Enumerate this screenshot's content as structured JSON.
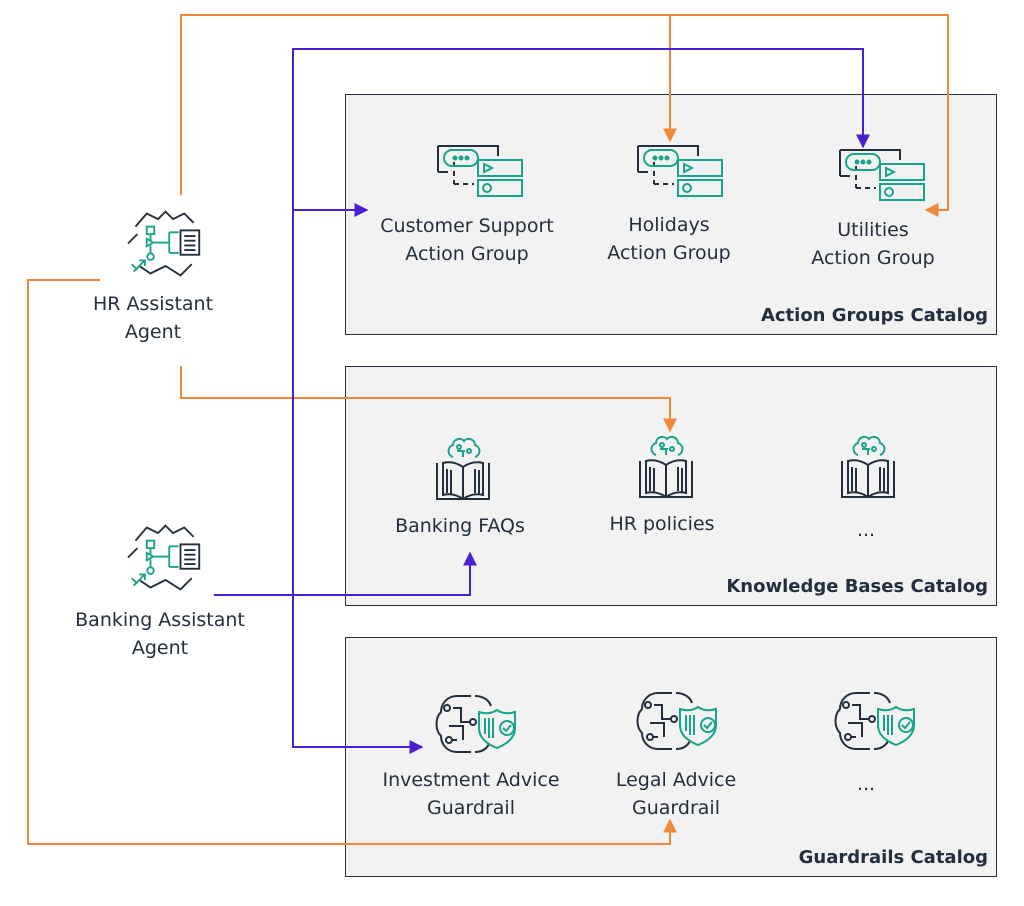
{
  "agents": [
    {
      "id": "hr",
      "line1": "HR Assistant",
      "line2": "Agent"
    },
    {
      "id": "banking",
      "line1": "Banking Assistant",
      "line2": "Agent"
    }
  ],
  "catalogs": {
    "action_groups": {
      "title": "Action Groups Catalog",
      "items": [
        {
          "line1": "Customer Support",
          "line2": "Action Group"
        },
        {
          "line1": "Holidays",
          "line2": "Action Group"
        },
        {
          "line1": "Utilities",
          "line2": "Action Group"
        }
      ]
    },
    "knowledge_bases": {
      "title": "Knowledge Bases Catalog",
      "items": [
        {
          "line1": "Banking FAQs"
        },
        {
          "line1": "HR policies"
        },
        {
          "line1": "..."
        }
      ]
    },
    "guardrails": {
      "title": "Guardrails Catalog",
      "items": [
        {
          "line1": "Investment Advice",
          "line2": "Guardrail"
        },
        {
          "line1": "Legal Advice",
          "line2": "Guardrail"
        },
        {
          "line1": "..."
        }
      ]
    }
  },
  "colors": {
    "hr_link": "#f0883a",
    "banking_link": "#4b1fd1",
    "icon_accent": "#1aa38c",
    "ink": "#232f3e"
  },
  "icons": {
    "agent": "agent-icon",
    "action_group": "action-group-icon",
    "knowledge_base": "knowledge-base-icon",
    "guardrail": "guardrail-icon"
  }
}
